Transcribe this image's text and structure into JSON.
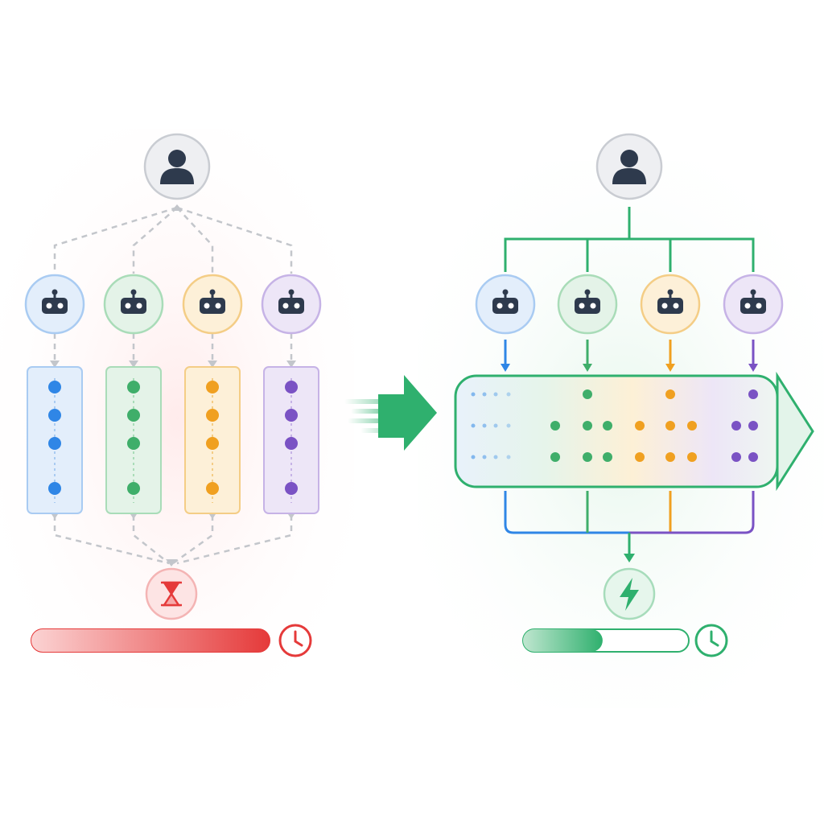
{
  "colors": {
    "blue": "#2f86e6",
    "green": "#3fae6a",
    "orange": "#f0a020",
    "purple": "#7a52c4",
    "red": "#e53a3a",
    "accent_green": "#2fb06e",
    "grey_dash": "#c3c6cb",
    "icon_dark": "#2e3a4d"
  },
  "left_panel": {
    "user": "user-icon",
    "agents": [
      {
        "color": "blue",
        "icon": "robot-icon"
      },
      {
        "color": "green",
        "icon": "robot-icon"
      },
      {
        "color": "orange",
        "icon": "robot-icon"
      },
      {
        "color": "purple",
        "icon": "robot-icon"
      }
    ],
    "lanes": [
      {
        "color": "blue",
        "steps": 4
      },
      {
        "color": "green",
        "steps": 4
      },
      {
        "color": "orange",
        "steps": 4
      },
      {
        "color": "purple",
        "steps": 4
      }
    ],
    "wait_icon": "hourglass-icon",
    "progress": 1.0,
    "timer_icon": "clock-icon",
    "status_color": "red"
  },
  "transition_icon": "arrow-right-icon",
  "right_panel": {
    "user": "user-icon",
    "agents": [
      {
        "color": "blue",
        "icon": "robot-icon"
      },
      {
        "color": "green",
        "icon": "robot-icon"
      },
      {
        "color": "orange",
        "icon": "robot-icon"
      },
      {
        "color": "purple",
        "icon": "robot-icon"
      }
    ],
    "pipeline_rows": 3,
    "result_icon": "lightning-icon",
    "progress": 0.48,
    "timer_icon": "clock-icon",
    "status_color": "accent_green"
  }
}
